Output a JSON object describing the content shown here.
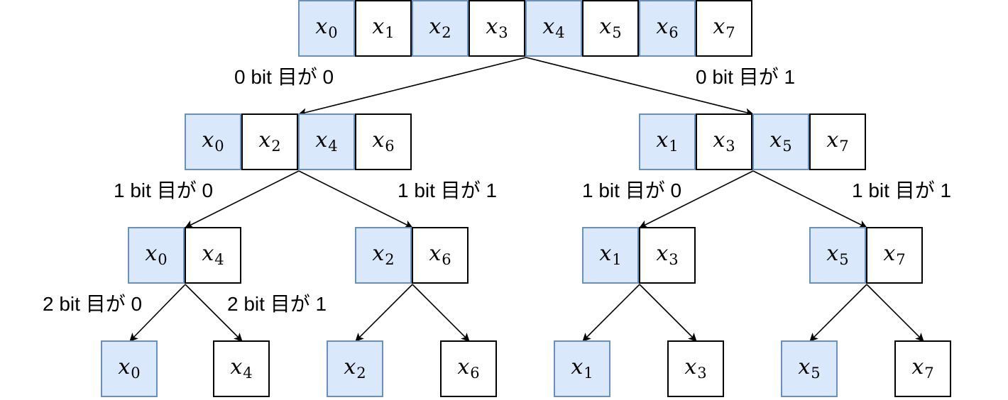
{
  "colors": {
    "highlight_fill": "#dae8fc",
    "highlight_stroke": "#6c8ebf",
    "plain_fill": "#ffffff",
    "line": "#000000"
  },
  "var_symbol": "x",
  "levels": [
    {
      "groups": [
        {
          "indices": [
            "0",
            "1",
            "2",
            "3",
            "4",
            "5",
            "6",
            "7"
          ],
          "highlight": [
            true,
            false,
            true,
            false,
            true,
            false,
            true,
            false
          ]
        }
      ]
    },
    {
      "groups": [
        {
          "indices": [
            "0",
            "2",
            "4",
            "6"
          ],
          "highlight": [
            true,
            false,
            true,
            false
          ]
        },
        {
          "indices": [
            "1",
            "3",
            "5",
            "7"
          ],
          "highlight": [
            true,
            false,
            true,
            false
          ]
        }
      ]
    },
    {
      "groups": [
        {
          "indices": [
            "0",
            "4"
          ],
          "highlight": [
            true,
            false
          ]
        },
        {
          "indices": [
            "2",
            "6"
          ],
          "highlight": [
            true,
            false
          ]
        },
        {
          "indices": [
            "1",
            "3"
          ],
          "highlight": [
            true,
            false
          ]
        },
        {
          "indices": [
            "5",
            "7"
          ],
          "highlight": [
            true,
            false
          ]
        }
      ]
    },
    {
      "groups": [
        {
          "indices": [
            "0"
          ],
          "highlight": [
            true
          ]
        },
        {
          "indices": [
            "4"
          ],
          "highlight": [
            false
          ]
        },
        {
          "indices": [
            "2"
          ],
          "highlight": [
            true
          ]
        },
        {
          "indices": [
            "6"
          ],
          "highlight": [
            false
          ]
        },
        {
          "indices": [
            "1"
          ],
          "highlight": [
            true
          ]
        },
        {
          "indices": [
            "3"
          ],
          "highlight": [
            false
          ]
        },
        {
          "indices": [
            "5"
          ],
          "highlight": [
            true
          ]
        },
        {
          "indices": [
            "7"
          ],
          "highlight": [
            false
          ]
        }
      ]
    }
  ],
  "edge_labels": {
    "bit0_0": "0 bit 目が 0",
    "bit0_1": "0 bit 目が 1",
    "bit1_0_left": "1 bit 目が 0",
    "bit1_1_left": "1 bit 目が 1",
    "bit1_0_right": "1 bit 目が 0",
    "bit1_1_right": "1 bit 目が 1",
    "bit2_0": "2 bit 目が 0",
    "bit2_1": "2 bit 目が 1"
  }
}
